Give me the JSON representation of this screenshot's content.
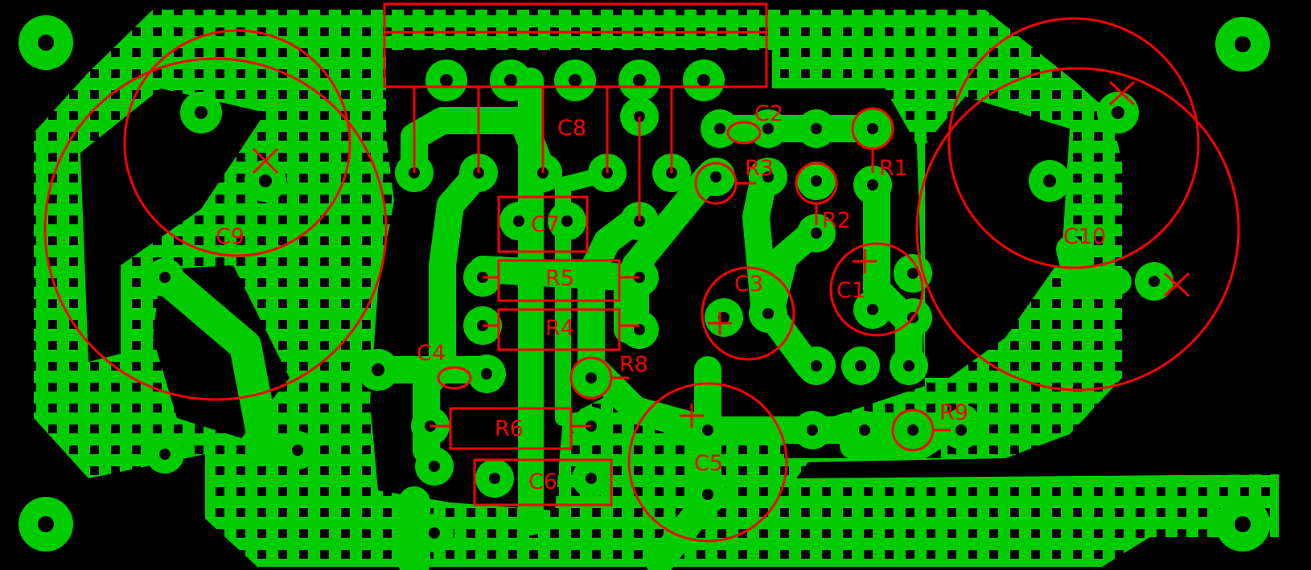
{
  "board": {
    "colors": {
      "background": "#000000",
      "copper": "#00cc00",
      "silkscreen": "#ff0000"
    }
  },
  "components": {
    "c1": "C1",
    "c2": "C2",
    "c3": "C3",
    "c4": "C4",
    "c5": "C5",
    "c6": "C6",
    "c7": "C7",
    "c8": "C8",
    "c9": "C9",
    "c10": "C10",
    "r1": "R1",
    "r2": "R2",
    "r3": "R3",
    "r4": "R4",
    "r5": "R5",
    "r6": "R6",
    "r8": "R8",
    "r9": "R9"
  }
}
